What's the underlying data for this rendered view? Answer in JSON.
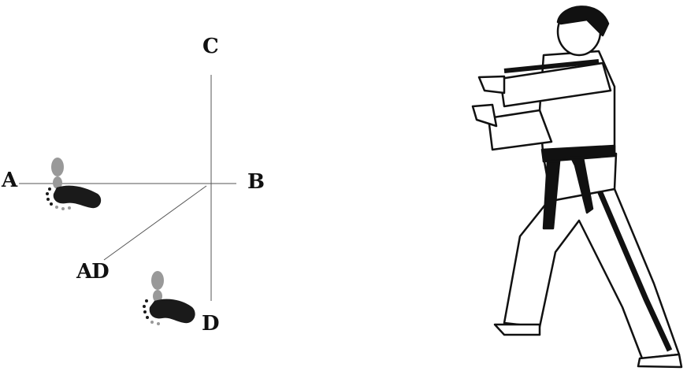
{
  "diagram": {
    "labels": {
      "c": "C",
      "a": "A",
      "b": "B",
      "ad": "AD",
      "d": "D"
    },
    "colors": {
      "line": "#555555",
      "foot_dark": "#1a1a1a",
      "foot_light": "#999999",
      "belt": "#111111"
    }
  }
}
